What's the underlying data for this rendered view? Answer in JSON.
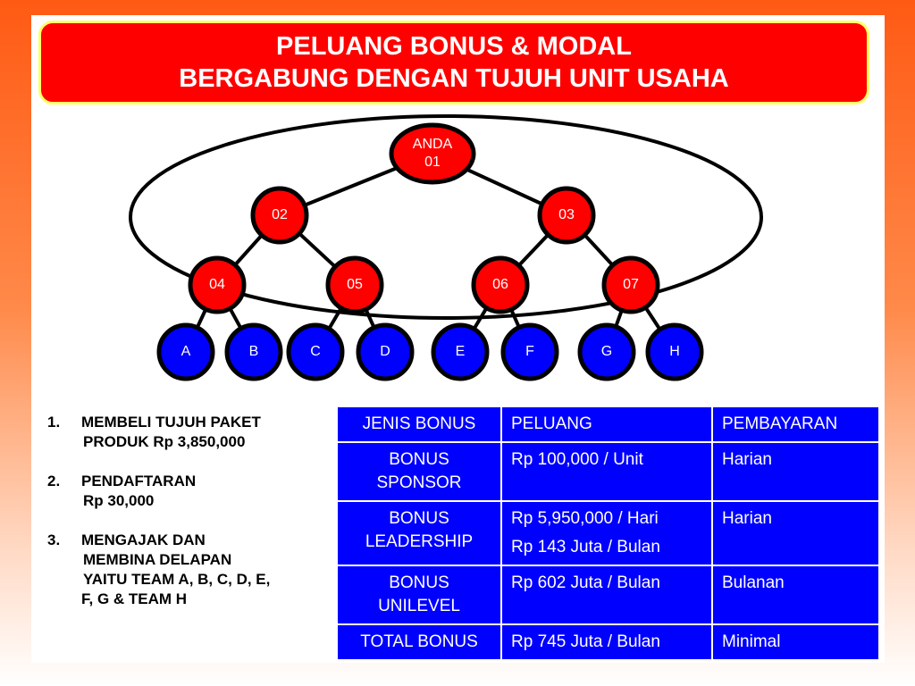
{
  "title": {
    "line1": "PELUANG BONUS & MODAL",
    "line2": "BERGABUNG DENGAN TUJUH UNIT USAHA"
  },
  "org_chart": {
    "root": "ANDA\n01",
    "level1": [
      "02",
      "03"
    ],
    "level2": [
      "04",
      "05",
      "06",
      "07"
    ],
    "teams": [
      "A",
      "B",
      "C",
      "D",
      "E",
      "F",
      "G",
      "H"
    ],
    "colors": {
      "member_fill": "#ff0000",
      "team_fill": "#0000ff",
      "outline": "#000000"
    }
  },
  "requirements": [
    {
      "num": "1.",
      "lines": [
        "MEMBELI TUJUH PAKET",
        "PRODUK Rp 3,850,000"
      ]
    },
    {
      "num": "2.",
      "lines": [
        "PENDAFTARAN",
        "Rp 30,000"
      ]
    },
    {
      "num": "3.",
      "lines": [
        "MENGAJAK DAN",
        "MEMBINA DELAPAN",
        "YAITU TEAM A, B, C, D, E,",
        "F,  G & TEAM H"
      ]
    }
  ],
  "bonus_table": {
    "headers": [
      "JENIS BONUS",
      "PELUANG",
      "PEMBAYARAN"
    ],
    "rows": [
      {
        "jenis": [
          "BONUS",
          "SPONSOR"
        ],
        "peluang": [
          "Rp 100,000 / Unit"
        ],
        "pembayaran": "Harian"
      },
      {
        "jenis": [
          "BONUS",
          "LEADERSHIP"
        ],
        "peluang": [
          "Rp 5,950,000 / Hari",
          "Rp 143 Juta / Bulan"
        ],
        "pembayaran": "Harian"
      },
      {
        "jenis": [
          "BONUS",
          "UNILEVEL"
        ],
        "peluang": [
          "Rp 602 Juta / Bulan"
        ],
        "pembayaran": "Bulanan"
      },
      {
        "jenis": [
          "TOTAL BONUS"
        ],
        "peluang": [
          "Rp 745 Juta / Bulan"
        ],
        "pembayaran": "Minimal"
      }
    ]
  }
}
